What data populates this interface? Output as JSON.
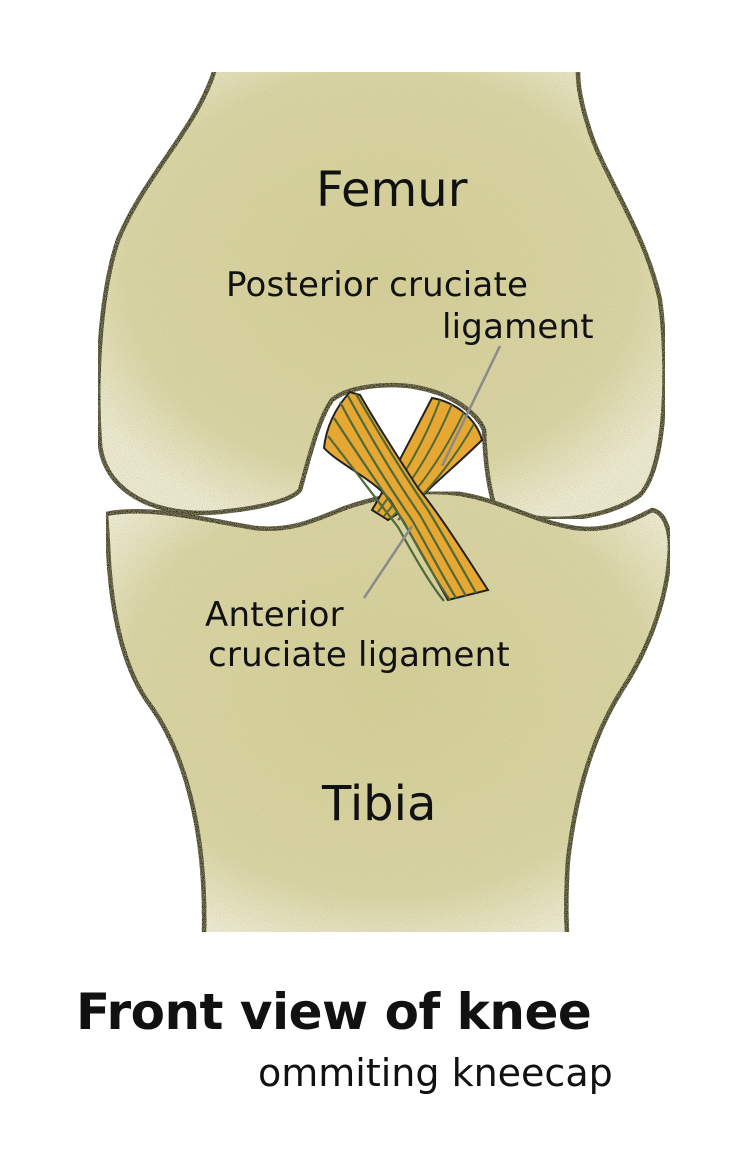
{
  "diagram": {
    "labels": {
      "femur": "Femur",
      "tibia": "Tibia",
      "posterior_line1": "Posterior cruciate",
      "posterior_line2": "ligament",
      "anterior_line1": "Anterior",
      "anterior_line2": "cruciate ligament"
    },
    "caption": {
      "title": "Front view of knee",
      "subtitle": "ommiting kneecap"
    },
    "colors": {
      "bone_fill": "#d9d4a0",
      "bone_outline": "#111111",
      "ligament_fill": "#e6a733",
      "ligament_stripe": "#4f6a3a",
      "leader_line": "#8a8a8a",
      "background": "#ffffff"
    }
  }
}
